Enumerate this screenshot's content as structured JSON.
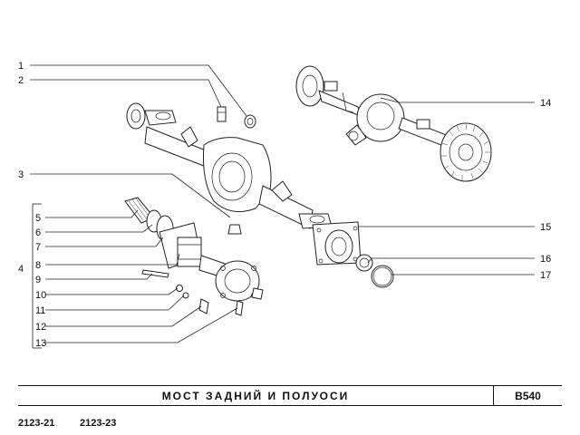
{
  "callouts": {
    "c1": "1",
    "c2": "2",
    "c3": "3",
    "c4": "4",
    "c5": "5",
    "c6": "6",
    "c7": "7",
    "c8": "8",
    "c9": "9",
    "c10": "10",
    "c11": "11",
    "c12": "12",
    "c13": "13",
    "c14": "14",
    "c15": "15",
    "c16": "16",
    "c17": "17"
  },
  "title": "МОСТ  ЗАДНИЙ  И  ПОЛУОСИ",
  "code": "B540",
  "models": [
    "2123-21",
    "2123-23"
  ]
}
